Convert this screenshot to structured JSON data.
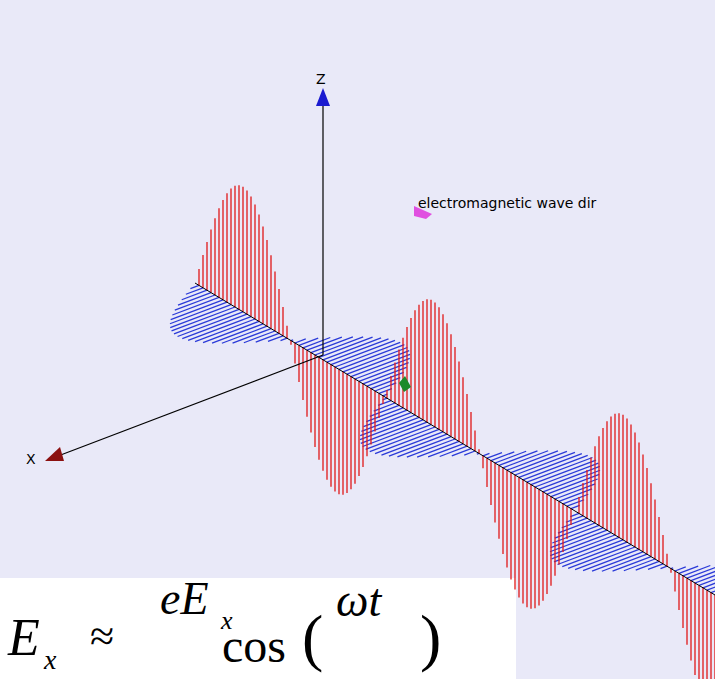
{
  "diagram": {
    "labels": [
      "Z",
      "X",
      "electromagnetic wave dir",
      "E",
      "x",
      "≈",
      "eE",
      "x",
      "cos",
      "(",
      "ωt",
      ")"
    ]
  }
}
